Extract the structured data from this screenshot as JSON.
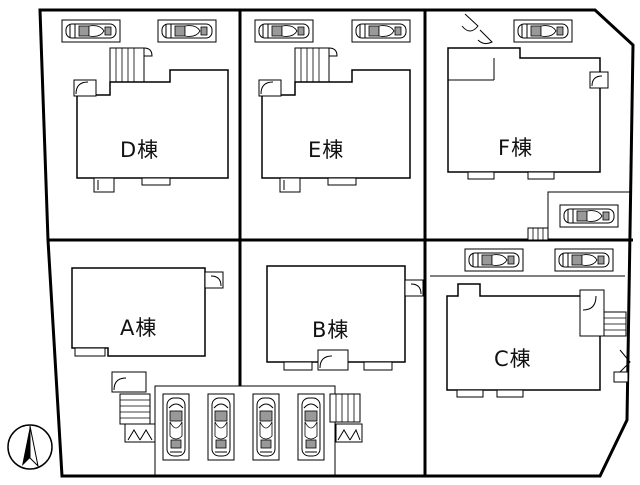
{
  "buildings": {
    "a": "A棟",
    "b": "B棟",
    "c": "C棟",
    "d": "D棟",
    "e": "E棟",
    "f": "F棟"
  },
  "compass": {
    "icon": "north-arrow-icon"
  },
  "colors": {
    "line": "#000000",
    "background": "#ffffff"
  }
}
